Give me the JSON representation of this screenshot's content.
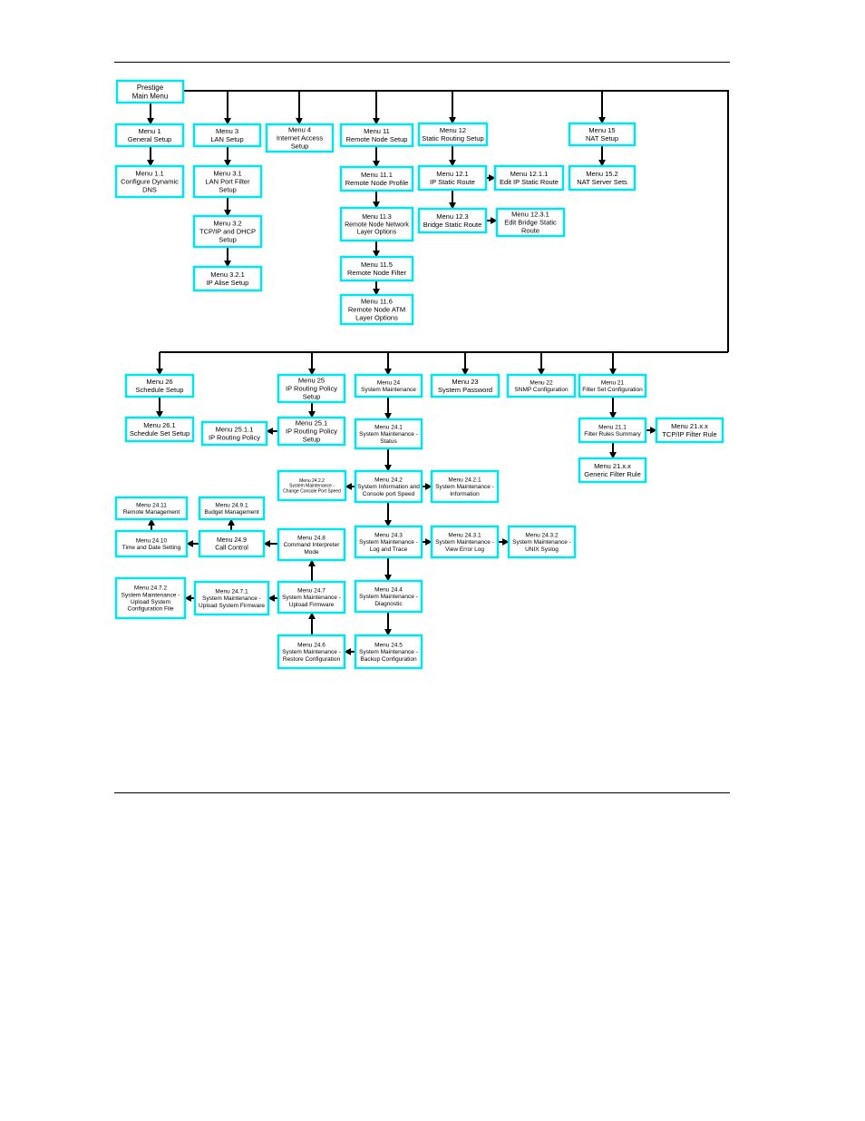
{
  "colors": {
    "box_border": "#00e5f0",
    "box_fill": "#ffffff",
    "line": "#000000",
    "text": "#000000"
  },
  "nodes": [
    {
      "id": "main",
      "lines": [
        "Prestige",
        "Main Menu"
      ]
    },
    {
      "id": "m1",
      "lines": [
        "Menu 1",
        "General Setup"
      ]
    },
    {
      "id": "m1_1",
      "lines": [
        "Menu 1.1",
        "Configure Dynamic",
        "DNS"
      ]
    },
    {
      "id": "m3",
      "lines": [
        "Menu 3",
        "LAN Setup"
      ]
    },
    {
      "id": "m3_1",
      "lines": [
        "Menu 3.1",
        "LAN Port Filter",
        "Setup"
      ]
    },
    {
      "id": "m3_2",
      "lines": [
        "Menu 3.2",
        "TCP/IP and DHCP",
        "Setup"
      ]
    },
    {
      "id": "m3_2_1",
      "lines": [
        "Menu 3.2.1",
        "IP Alise Setup"
      ]
    },
    {
      "id": "m4",
      "lines": [
        "Menu 4",
        "Internet Access",
        "Setup"
      ]
    },
    {
      "id": "m11",
      "lines": [
        "Menu 11",
        "Remote Node Setup"
      ]
    },
    {
      "id": "m11_1",
      "lines": [
        "Menu 11.1",
        "Remote Node Profile"
      ]
    },
    {
      "id": "m11_3",
      "lines": [
        "Menu 11.3",
        "Remote Node Network",
        "Layer Options"
      ]
    },
    {
      "id": "m11_5",
      "lines": [
        "Menu 11.5",
        "Remote Node Filter"
      ]
    },
    {
      "id": "m11_6",
      "lines": [
        "Menu 11.6",
        "Remote Node ATM",
        "Layer Options"
      ]
    },
    {
      "id": "m12",
      "lines": [
        "Menu 12",
        "Static Routing Setup"
      ]
    },
    {
      "id": "m12_1",
      "lines": [
        "Menu 12.1",
        "IP Static Route"
      ]
    },
    {
      "id": "m12_1_1",
      "lines": [
        "Menu 12.1.1",
        "Edit IP Static Route"
      ]
    },
    {
      "id": "m12_3",
      "lines": [
        "Menu 12.3",
        "Bridge Static Route"
      ]
    },
    {
      "id": "m12_3_1",
      "lines": [
        "Menu 12.3.1",
        "Edit Bridge Static",
        "Route"
      ]
    },
    {
      "id": "m15",
      "lines": [
        "Menu 15",
        "NAT Setup"
      ]
    },
    {
      "id": "m15_2",
      "lines": [
        "Menu 15.2",
        "NAT Server Sets"
      ]
    },
    {
      "id": "m26",
      "lines": [
        "Menu 26",
        "Schedule Setup"
      ]
    },
    {
      "id": "m26_1",
      "lines": [
        "Menu 26.1",
        "Schedule Set Setup"
      ]
    },
    {
      "id": "m25",
      "lines": [
        "Menu 25",
        "IP Routing Policy",
        "Setup"
      ]
    },
    {
      "id": "m25_1",
      "lines": [
        "Menu 25.1",
        "IP Routing Policy",
        "Setup"
      ]
    },
    {
      "id": "m25_1_1",
      "lines": [
        "Menu 25.1.1",
        "IP Routing Policy"
      ]
    },
    {
      "id": "m24",
      "lines": [
        "Menu 24",
        "System Maintenance"
      ]
    },
    {
      "id": "m23",
      "lines": [
        "Menu 23",
        "System Password"
      ]
    },
    {
      "id": "m22",
      "lines": [
        "Menu 22",
        "SNMP Configuration"
      ]
    },
    {
      "id": "m21",
      "lines": [
        "Menu 21",
        "Filter Set Configuration"
      ]
    },
    {
      "id": "m21_1",
      "lines": [
        "Menu 21.1",
        "Filter Rules Summary"
      ]
    },
    {
      "id": "m21_xx_tcp",
      "lines": [
        "Menu 21.x.x",
        "TCP/IP Filter Rule"
      ]
    },
    {
      "id": "m21_xx_gen",
      "lines": [
        "Menu 21.x.x",
        "Generic Filter Rule"
      ]
    },
    {
      "id": "m24_1",
      "lines": [
        "Menu 24.1",
        "System Maintenance -",
        "Status"
      ]
    },
    {
      "id": "m24_2_2",
      "lines": [
        "Menu 24.2.2",
        "System Maintenance -",
        "Change Console Port Speed"
      ]
    },
    {
      "id": "m24_2",
      "lines": [
        "Menu 24.2",
        "System Information and",
        "Console port Speed"
      ]
    },
    {
      "id": "m24_2_1",
      "lines": [
        "Menu 24.2.1",
        "System Maintenance -",
        "Information"
      ]
    },
    {
      "id": "m24_11",
      "lines": [
        "Menu 24.11",
        "Remote Management"
      ]
    },
    {
      "id": "m24_9_1",
      "lines": [
        "Menu 24.9.1",
        "Budget Management"
      ]
    },
    {
      "id": "m24_10",
      "lines": [
        "Menu 24.10",
        "Time and Date Setting"
      ]
    },
    {
      "id": "m24_9",
      "lines": [
        "Menu 24.9",
        "Call Control"
      ]
    },
    {
      "id": "m24_8",
      "lines": [
        "Menu 24.8",
        "Command Interpreter",
        "Mode"
      ]
    },
    {
      "id": "m24_3",
      "lines": [
        "Menu 24.3",
        "System Maintenance -",
        "Log and Trace"
      ]
    },
    {
      "id": "m24_3_1",
      "lines": [
        "Menu 24.3.1",
        "System Maintenance -",
        "View Error Log"
      ]
    },
    {
      "id": "m24_3_2",
      "lines": [
        "Menu 24.3.2",
        "System Maintenance -",
        "UNIX Syslog"
      ]
    },
    {
      "id": "m24_7_2",
      "lines": [
        "Menu 24.7.2",
        "System Maintenance -",
        "Upload System",
        "Configuration File"
      ]
    },
    {
      "id": "m24_7_1",
      "lines": [
        "Menu 24.7.1",
        "System Maintenance -",
        "Upload System Firmware"
      ]
    },
    {
      "id": "m24_7",
      "lines": [
        "Menu 24.7",
        "System Maintenance -",
        "Upload Firmware"
      ]
    },
    {
      "id": "m24_4",
      "lines": [
        "Menu 24.4",
        "System Maintenance -",
        "Diagnostic"
      ]
    },
    {
      "id": "m24_6",
      "lines": [
        "Menu 24.6",
        "System Maintenance -",
        "Restore Configuration"
      ]
    },
    {
      "id": "m24_5",
      "lines": [
        "Menu 24.5",
        "System Maintenance -",
        "Backup Configuration"
      ]
    }
  ]
}
